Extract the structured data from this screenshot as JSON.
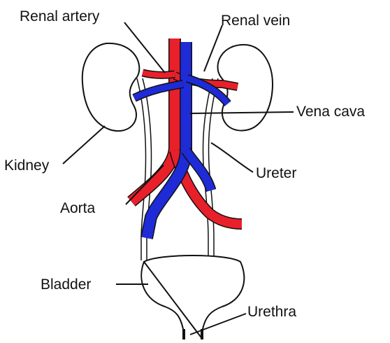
{
  "diagram": {
    "labels": {
      "renal_artery": "Renal artery",
      "renal_vein": "Renal vein",
      "vena_cava": "Vena cava",
      "kidney": "Kidney",
      "ureter": "Ureter",
      "aorta": "Aorta",
      "bladder": "Bladder",
      "urethra": "Urethra"
    },
    "colors": {
      "artery": "#e8202a",
      "vein": "#1f2bd6",
      "outline": "#111111",
      "fill": "#ffffff"
    }
  }
}
